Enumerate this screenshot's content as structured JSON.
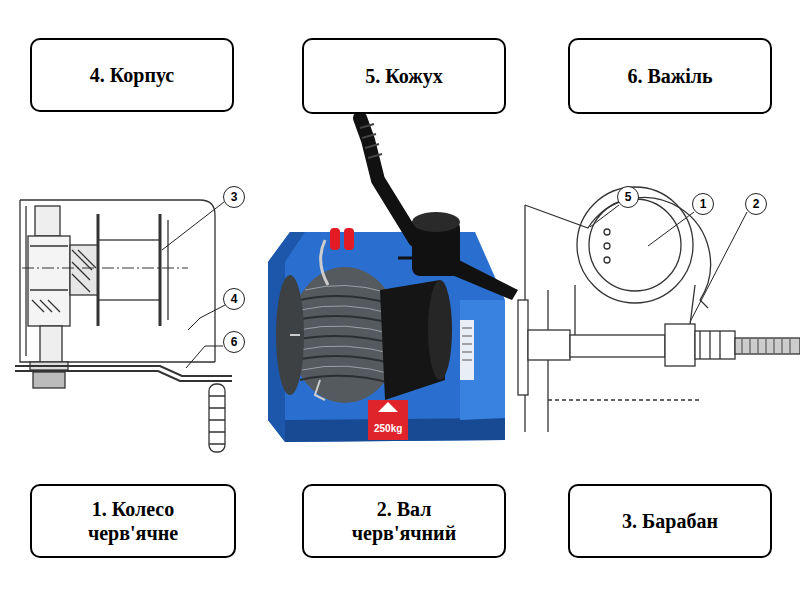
{
  "diagram": {
    "nodes": [
      {
        "text": [
          "4. Корпус"
        ]
      },
      {
        "text": [
          "5. Кожух"
        ]
      },
      {
        "text": [
          "6. Важіль"
        ]
      },
      {
        "text": [
          "1. Колесо черв'ячне"
        ]
      },
      {
        "text": [
          "2. Вал черв'ячний"
        ]
      },
      {
        "text": [
          "3. Барабан"
        ]
      }
    ],
    "labels": [
      "3",
      "4",
      "6",
      "5",
      "1",
      "2",
      "250kg"
    ]
  }
}
